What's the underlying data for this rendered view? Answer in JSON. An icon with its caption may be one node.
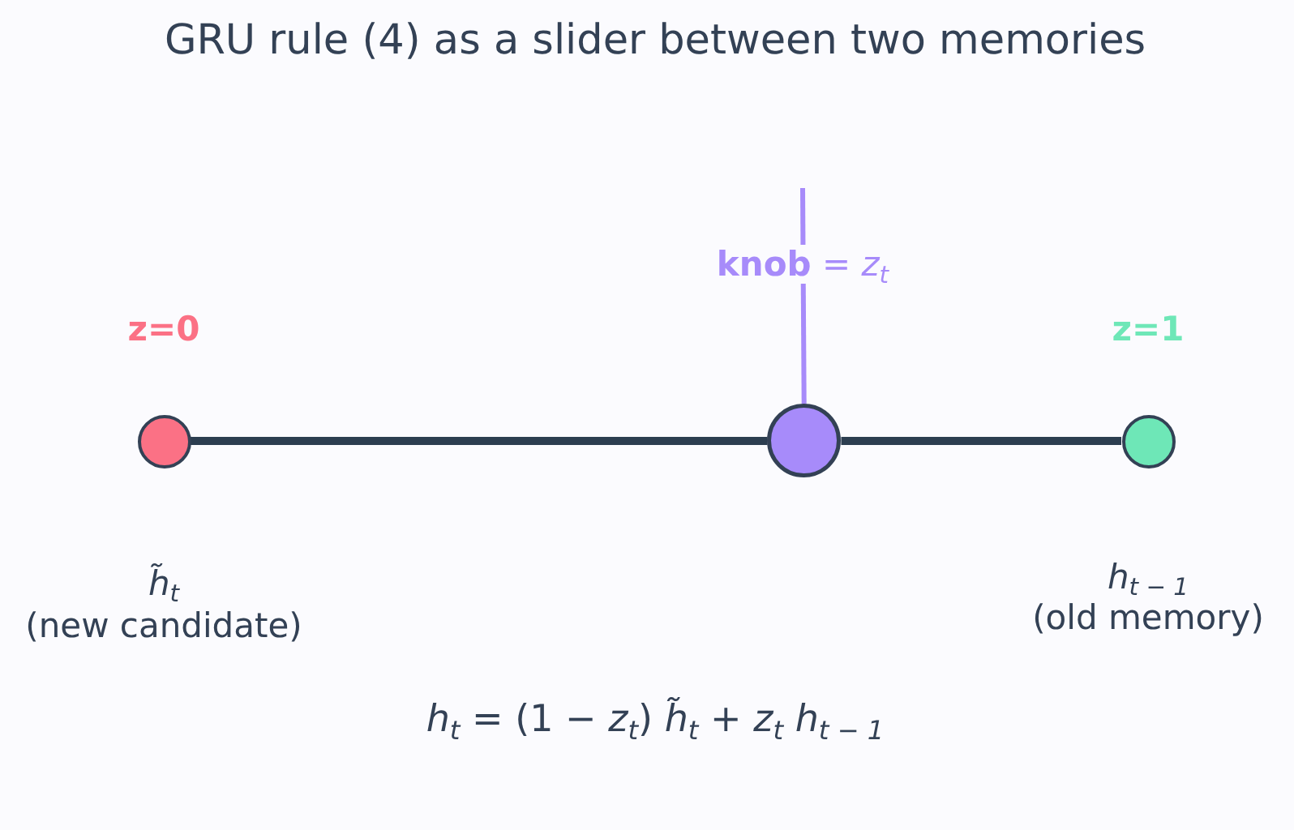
{
  "diagram": {
    "title": "GRU rule (4) as a slider between two memories",
    "nodes": [
      {
        "text": [],
        "shape": "circle",
        "beside": [
          "z=0",
          "*h̃*$_{t}$ (new candidate)"
        ]
      },
      {
        "text": [],
        "shape": "circle"
      },
      {
        "text": [],
        "shape": "circle",
        "beside": [
          "z=1",
          "*h*$_{t − 1}$ (old memory)"
        ]
      }
    ],
    "edges": [
      {
        "from": 0,
        "to": 1,
        "arrow": "none"
      },
      {
        "from": 1,
        "to": 2,
        "arrow": "none"
      },
      {
        "from": null,
        "to": 1,
        "arrow": "none",
        "label": "**knob** = *z*$_{t}$",
        "color": "#a78bfa"
      }
    ],
    "labels": [
      "*h*$_{t}$ = (1 − *z*$_{t}$) *h̃*$_{t}$ + *z*$_{t}$ *h*$_{t − 1}$"
    ]
  }
}
